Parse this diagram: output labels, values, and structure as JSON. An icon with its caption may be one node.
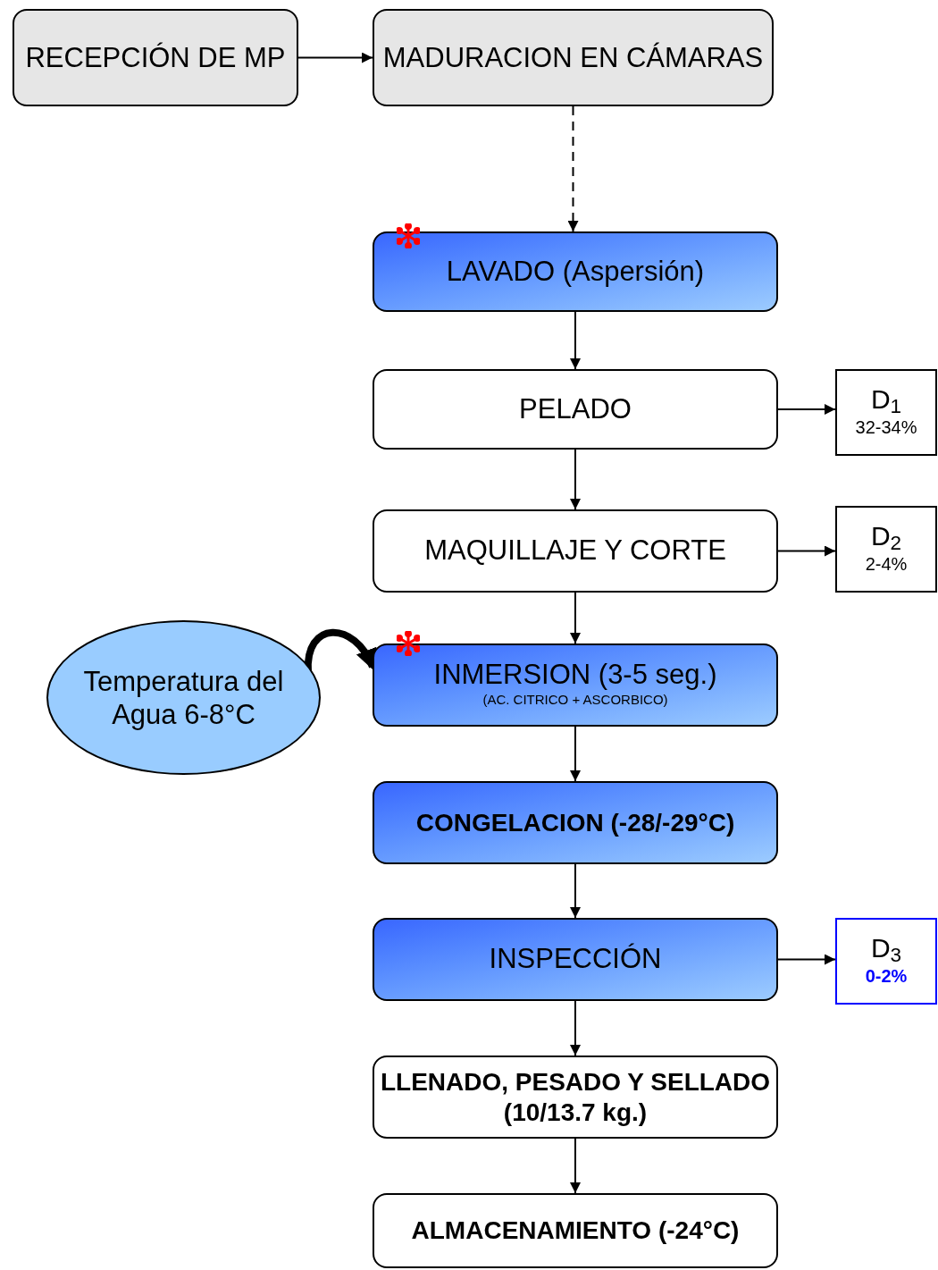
{
  "diagram": {
    "nodes": [
      {
        "text": [
          "RECEPCIÓN DE MP"
        ]
      },
      {
        "text": [
          "MADURACION EN CÁMARAS"
        ]
      },
      {
        "text": [
          "LAVADO (Aspersión)"
        ]
      },
      {
        "text": [
          "PELADO"
        ]
      },
      {
        "text": [
          "D$_{1}$",
          "32-34%"
        ]
      },
      {
        "text": [
          "MAQUILLAJE Y CORTE"
        ]
      },
      {
        "text": [
          "D$_{2}$",
          "2-4%"
        ]
      },
      {
        "text": [
          "Temperatura del Agua 6-8°C"
        ]
      },
      {
        "text": [
          "INMERSION (3-5 seg.)",
          "(AC. CITRICO + ASCORBICO)"
        ]
      },
      {
        "text": [
          "CONGELACION (-28/-29°C)"
        ]
      },
      {
        "text": [
          "INSPECCIÓN"
        ]
      },
      {
        "text": [
          "D$_{3}$",
          "0-2%"
        ]
      },
      {
        "text": [
          "LLENADO, PESADO Y SELLADO (10/13.7 kg.)"
        ]
      },
      {
        "text": [
          "ALMACENAMIENTO (-24°C)"
        ]
      }
    ],
    "edges": [
      {
        "from": 0,
        "to": 1,
        "arrow": "to"
      },
      {
        "from": 1,
        "to": 2,
        "arrow": "to",
        "style": "dashed"
      },
      {
        "from": 2,
        "to": 3,
        "arrow": "to"
      },
      {
        "from": 3,
        "to": 4,
        "arrow": "to"
      },
      {
        "from": 3,
        "to": 5,
        "arrow": "to"
      },
      {
        "from": 5,
        "to": 6,
        "arrow": "to"
      },
      {
        "from": 7,
        "to": 8,
        "arrow": "to",
        "style": "thick"
      },
      {
        "from": 5,
        "to": 8,
        "arrow": "to"
      },
      {
        "from": 8,
        "to": 9,
        "arrow": "to"
      },
      {
        "from": 9,
        "to": 10,
        "arrow": "to"
      },
      {
        "from": 10,
        "to": 11,
        "arrow": "to"
      },
      {
        "from": 10,
        "to": 12,
        "arrow": "to"
      },
      {
        "from": 12,
        "to": 13,
        "arrow": "to"
      }
    ]
  }
}
